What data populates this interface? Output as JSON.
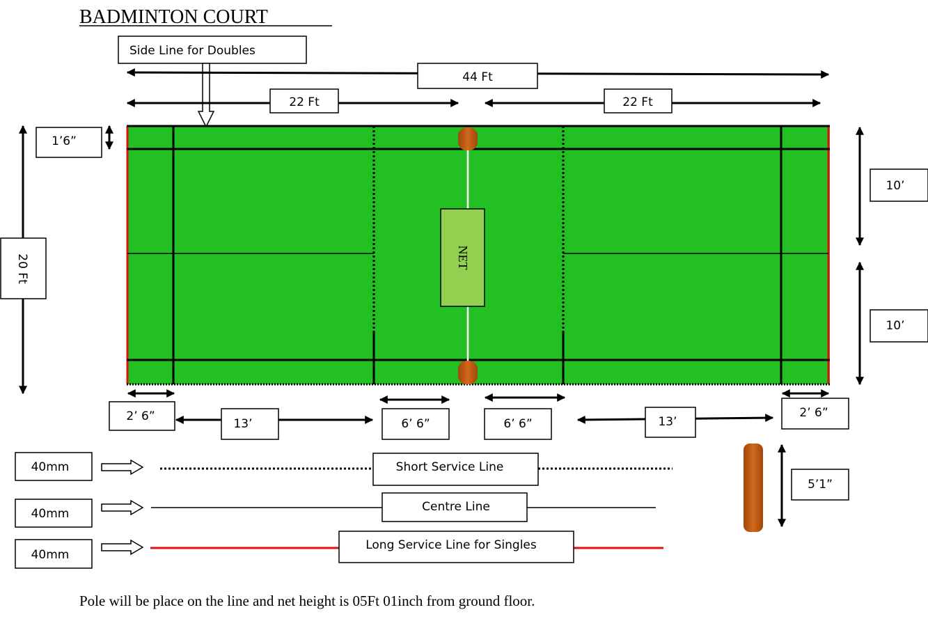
{
  "title": "BADMINTON COURT",
  "footer_note": "Pole will be place on the line and net height is 05Ft 01inch from ground floor.",
  "net_label": "NET",
  "labels": {
    "side_line_doubles": "Side Line for Doubles",
    "length_total": "44 Ft",
    "half_left": "22 Ft",
    "half_right": "22 Ft",
    "alley": "1’6”",
    "width_total": "20 Ft",
    "half_width_top": "10’",
    "half_width_bottom": "10’",
    "back_left": "2’ 6”",
    "back_right": "2’ 6”",
    "service_left": "13’",
    "service_right": "13’",
    "short_left": "6’ 6”",
    "short_right": "6’ 6”",
    "pole_height": "5’1”"
  },
  "legend": [
    {
      "width": "40mm",
      "name": "Short Service Line",
      "style": "dotted",
      "color": "#000000"
    },
    {
      "width": "40mm",
      "name": "Centre Line",
      "style": "solid",
      "color": "#000000"
    },
    {
      "width": "40mm",
      "name": "Long Service Line for Singles",
      "style": "solid",
      "color": "#e01010"
    }
  ],
  "colors": {
    "court": "#22c022",
    "net": "#92d050",
    "pole": "#c0560f",
    "long_service_line": "#e01010",
    "line": "#000000"
  }
}
